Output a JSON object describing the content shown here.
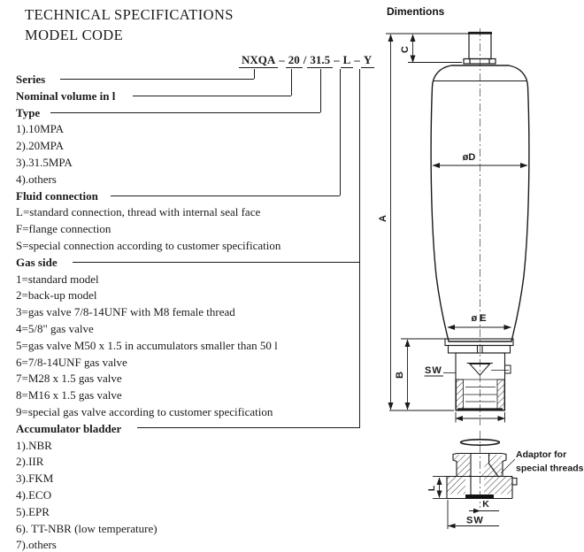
{
  "title": {
    "line1": "TECHNICAL SPECIFICATIONS",
    "line2": "MODEL CODE"
  },
  "model_code": {
    "parts": [
      {
        "text": "NXQA",
        "underlined": true
      },
      {
        "text": "–",
        "underlined": false
      },
      {
        "text": "20",
        "underlined": true
      },
      {
        "text": "/",
        "underlined": false
      },
      {
        "text": "31.5",
        "underlined": true
      },
      {
        "text": "–",
        "underlined": false
      },
      {
        "text": "L",
        "underlined": true
      },
      {
        "text": "–",
        "underlined": false
      },
      {
        "text": "Y",
        "underlined": true
      }
    ]
  },
  "spec": {
    "rows": [
      {
        "label": "Series",
        "bold": true
      },
      {
        "label": "Nominal volume in l",
        "bold": true
      },
      {
        "label": "Type",
        "bold": true
      },
      {
        "label": "1).10MPA",
        "bold": false
      },
      {
        "label": "2).20MPA",
        "bold": false
      },
      {
        "label": "3).31.5MPA",
        "bold": false
      },
      {
        "label": "4).others",
        "bold": false
      },
      {
        "label": "Fluid connection",
        "bold": true
      },
      {
        "label": "L=standard connection, thread with internal seal face",
        "bold": false
      },
      {
        "label": "F=flange connection",
        "bold": false
      },
      {
        "label": "S=special connection according to customer specification",
        "bold": false
      },
      {
        "label": "Gas side",
        "bold": true
      },
      {
        "label": "1=standard model",
        "bold": false
      },
      {
        "label": "2=back-up model",
        "bold": false
      },
      {
        "label": "3=gas valve 7/8-14UNF with M8 female thread",
        "bold": false
      },
      {
        "label": "4=5/8\" gas valve",
        "bold": false
      },
      {
        "label": "5=gas valve M50 x 1.5 in accumulators smaller than 50 l",
        "bold": false
      },
      {
        "label": "6=7/8-14UNF gas valve",
        "bold": false
      },
      {
        "label": "7=M28 x 1.5 gas valve",
        "bold": false
      },
      {
        "label": "8=M16 x 1.5 gas valve",
        "bold": false
      },
      {
        "label": "9=special gas valve according to customer specification",
        "bold": false
      },
      {
        "label": "Accumulator bladder",
        "bold": true
      },
      {
        "label": "1).NBR",
        "bold": false
      },
      {
        "label": "2).IIR",
        "bold": false
      },
      {
        "label": "3).FKM",
        "bold": false
      },
      {
        "label": "4).ECO",
        "bold": false
      },
      {
        "label": "5).EPR",
        "bold": false
      },
      {
        "label": "6). TT-NBR (low temperature)",
        "bold": false
      },
      {
        "label": "7).others",
        "bold": false
      }
    ]
  },
  "diagram": {
    "heading": "Dimentions",
    "dims": {
      "A": "A",
      "B": "B",
      "C": "C",
      "D": "øD",
      "E": "ø E",
      "SW_port": "SW",
      "L": "L",
      "K": "K",
      "SW_adaptor": "SW"
    },
    "note": {
      "line1": "Adaptor for",
      "line2": "special threads"
    },
    "ink": "#1a1a1a"
  }
}
